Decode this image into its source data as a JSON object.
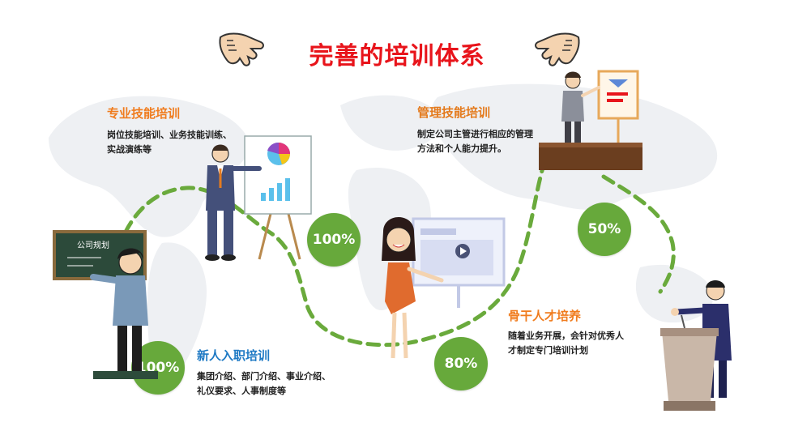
{
  "title": "完善的培训体系",
  "colors": {
    "title": "#e8141b",
    "heading_orange": "#f07c1e",
    "heading_blue": "#1f7ac4",
    "heading_orange_dark": "#e47a1c",
    "badge": "#67a93b",
    "path": "#6aaa3c"
  },
  "sections": {
    "skills": {
      "heading": "专业技能培训",
      "desc_line1": "岗位技能培训、业务技能训练、",
      "desc_line2": "实战演练等",
      "badge": "100%"
    },
    "management": {
      "heading": "管理技能培训",
      "desc_line1": "制定公司主管进行相应的管理",
      "desc_line2": "方法和个人能力提升。",
      "badge": "50%"
    },
    "newcomer": {
      "heading": "新人入职培训",
      "desc_line1": "集团介绍、部门介绍、事业介绍、",
      "desc_line2": "礼仪要求、人事制度等",
      "badge": "100%"
    },
    "backbone": {
      "heading": "骨干人才培养",
      "desc_line1": "随着业务开展，会针对优秀人",
      "desc_line2": "才制定专门培训计划",
      "badge": "80%"
    }
  },
  "illustrations": {
    "pointing_hand_left": "pointing-hand-icon",
    "pointing_hand_right": "pointing-hand-icon",
    "chalkboard_text": "公司规划"
  }
}
